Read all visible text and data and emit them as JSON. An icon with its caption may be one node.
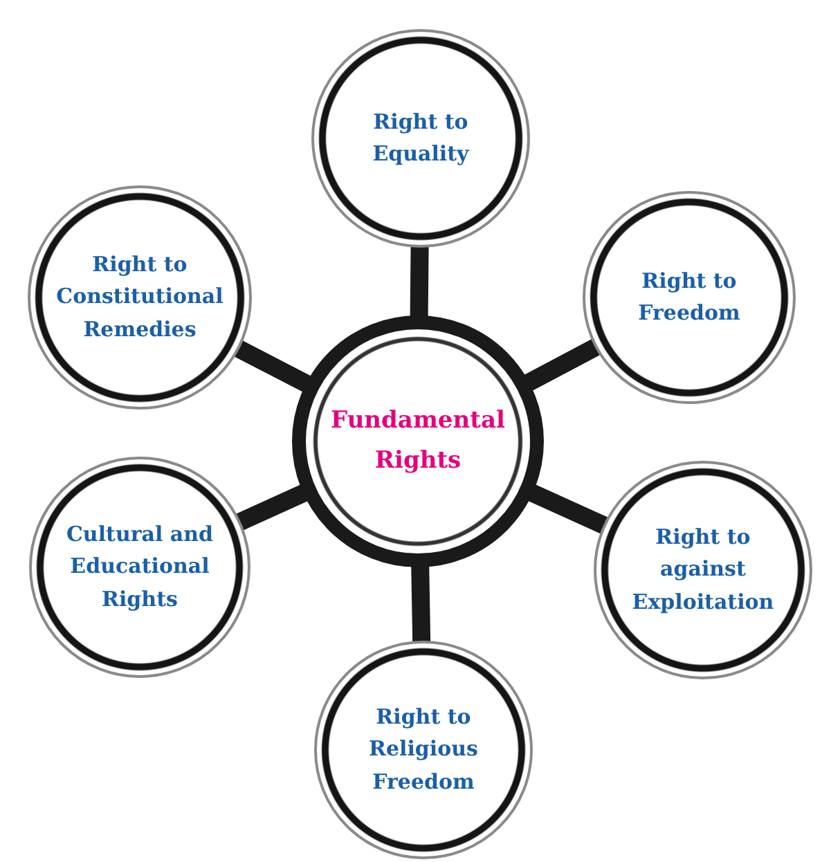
{
  "diagram": {
    "nodes": [
      {
        "text": [
          "Fundamental Rights"
        ]
      },
      {
        "text": [
          "Right to Equality"
        ]
      },
      {
        "text": [
          "Right to Freedom"
        ]
      },
      {
        "text": [
          "Right to against Exploitation"
        ]
      },
      {
        "text": [
          "Right to Religious Freedom"
        ]
      },
      {
        "text": [
          "Cultural and Educational Rights"
        ]
      },
      {
        "text": [
          "Right to Constitutional Remedies"
        ]
      }
    ],
    "edges": [
      {
        "from": 0,
        "to": 1,
        "arrow": "none"
      },
      {
        "from": 0,
        "to": 2,
        "arrow": "none"
      },
      {
        "from": 0,
        "to": 3,
        "arrow": "none"
      },
      {
        "from": 0,
        "to": 4,
        "arrow": "none"
      },
      {
        "from": 0,
        "to": 5,
        "arrow": "none"
      },
      {
        "from": 0,
        "to": 6,
        "arrow": "none"
      }
    ]
  }
}
